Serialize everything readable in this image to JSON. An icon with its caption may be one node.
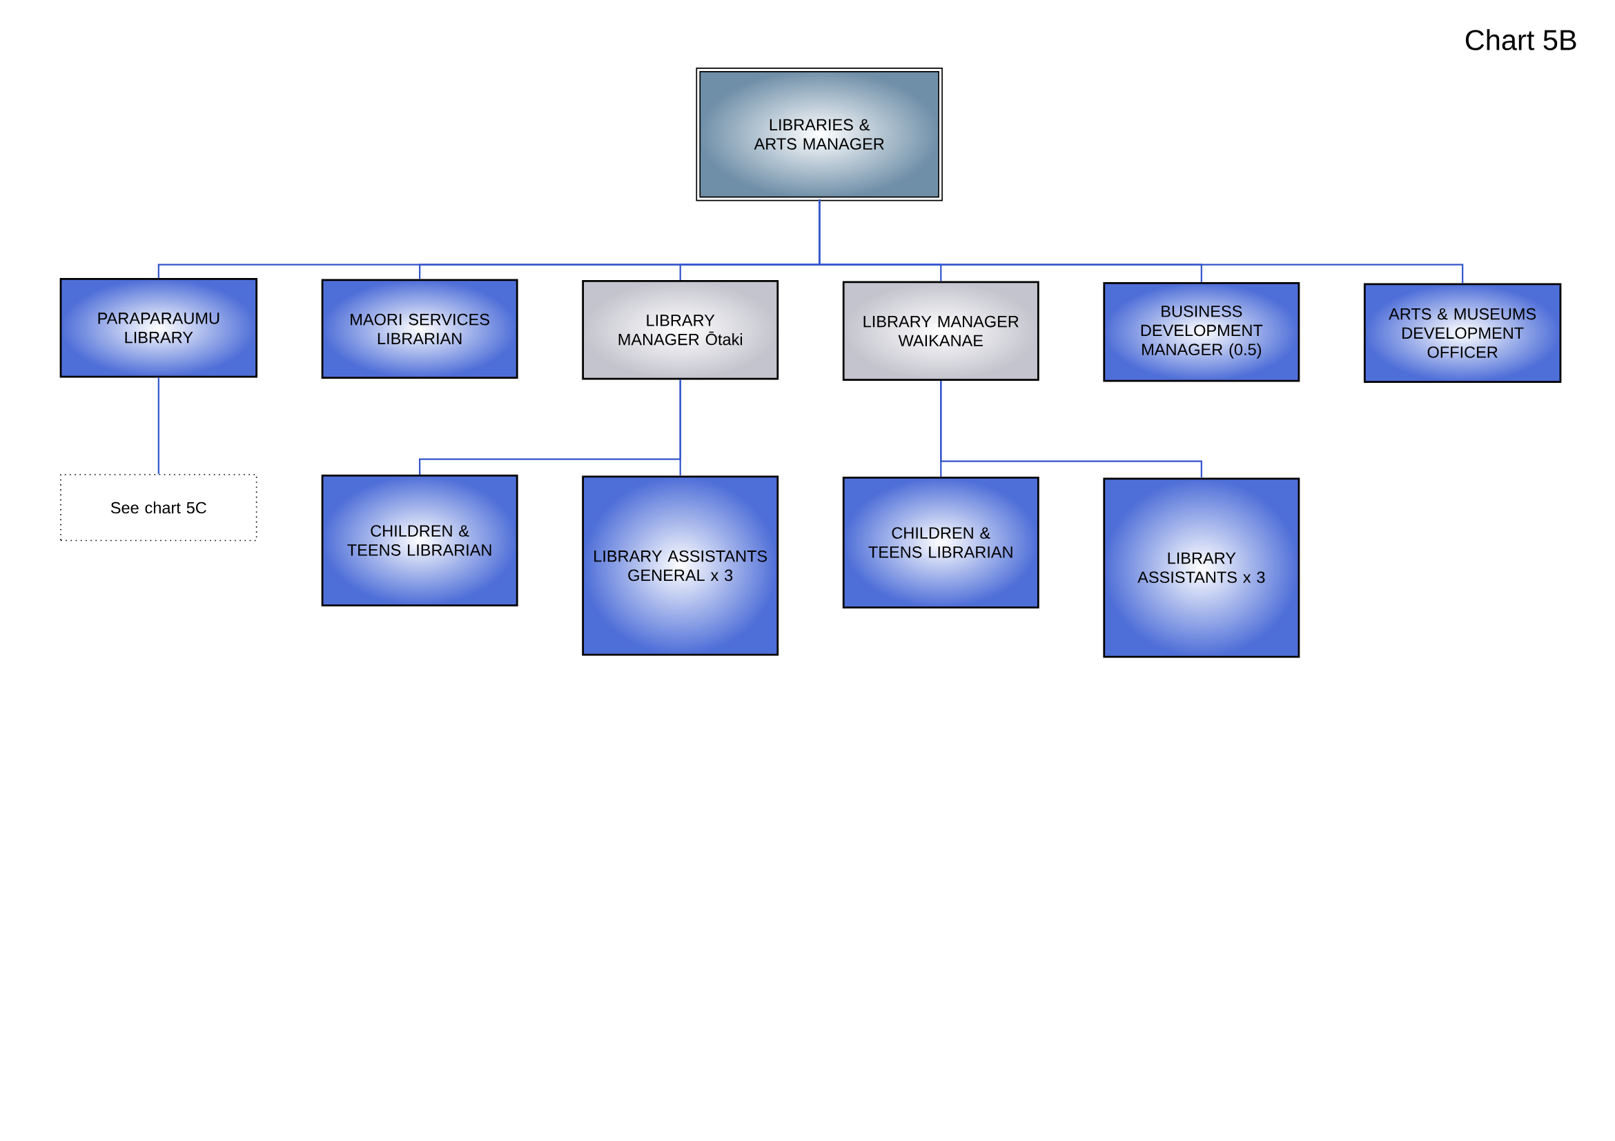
{
  "diagram": {
    "nodes": [
      {
        "text": [
          "LIBRARIES & ARTS MANAGER"
        ]
      },
      {
        "text": [
          "PARAPARAUMU LIBRARY"
        ]
      },
      {
        "text": [
          "MAORI SERVICES LIBRARIAN"
        ]
      },
      {
        "text": [
          "LIBRARY MANAGER Ōtaki"
        ]
      },
      {
        "text": [
          "LIBRARY MANAGER WAIKANAE"
        ]
      },
      {
        "text": [
          "BUSINESS DEVELOPMENT MANAGER (0.5)"
        ]
      },
      {
        "text": [
          "ARTS & MUSEUMS DEVELOPMENT OFFICER"
        ]
      },
      {
        "text": [
          "See chart 5C"
        ]
      },
      {
        "text": [
          "CHILDREN & TEENS LIBRARIAN"
        ]
      },
      {
        "text": [
          "LIBRARY ASSISTANTS GENERAL x 3"
        ]
      },
      {
        "text": [
          "CHILDREN & TEENS LIBRARIAN"
        ]
      },
      {
        "text": [
          "LIBRARY ASSISTANTS x 3"
        ]
      }
    ],
    "edges": [
      {
        "from": 0,
        "to": 1,
        "arrow": "none"
      },
      {
        "from": 0,
        "to": 2,
        "arrow": "none"
      },
      {
        "from": 0,
        "to": 3,
        "arrow": "none"
      },
      {
        "from": 0,
        "to": 4,
        "arrow": "none"
      },
      {
        "from": 0,
        "to": 5,
        "arrow": "none"
      },
      {
        "from": 0,
        "to": 6,
        "arrow": "none"
      },
      {
        "from": 1,
        "to": 7,
        "arrow": "none"
      },
      {
        "from": 3,
        "to": 8,
        "arrow": "none"
      },
      {
        "from": 3,
        "to": 9,
        "arrow": "none"
      },
      {
        "from": 4,
        "to": 10,
        "arrow": "none"
      },
      {
        "from": 4,
        "to": 11,
        "arrow": "none"
      }
    ],
    "labels": [
      "Chart 5B"
    ]
  }
}
